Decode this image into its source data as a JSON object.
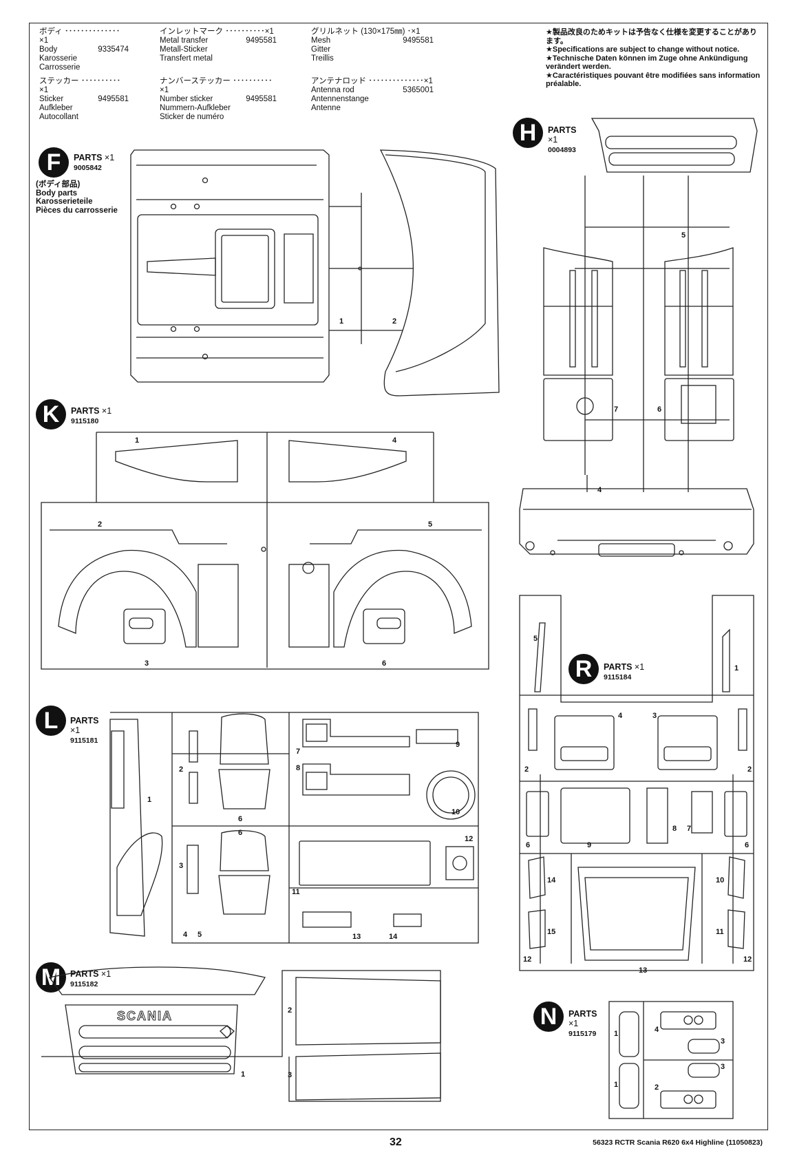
{
  "parts_list": [
    {
      "jp": "ボディ ･･････････････×1",
      "items": [
        {
          "name": "Body",
          "code": "9335474"
        },
        {
          "name": "Karosserie",
          "code": ""
        },
        {
          "name": "Carrosserie",
          "code": ""
        }
      ]
    },
    {
      "jp": "インレットマーク ･･････････×1",
      "items": [
        {
          "name": "Metal transfer",
          "code": "9495581"
        },
        {
          "name": "Metall-Sticker",
          "code": ""
        },
        {
          "name": "Transfert metal",
          "code": ""
        }
      ]
    },
    {
      "jp": "グリルネット (130×175㎜) ･×1",
      "items": [
        {
          "name": "Mesh",
          "code": "9495581"
        },
        {
          "name": "Gitter",
          "code": ""
        },
        {
          "name": "Treillis",
          "code": ""
        }
      ]
    },
    {
      "jp": "ステッカー ･･････････×1",
      "items": [
        {
          "name": "Sticker",
          "code": "9495581"
        },
        {
          "name": "Aufkleber",
          "code": ""
        },
        {
          "name": "Autocollant",
          "code": ""
        }
      ]
    },
    {
      "jp": "ナンバーステッカー ･･････････×1",
      "items": [
        {
          "name": "Number sticker",
          "code": "9495581"
        },
        {
          "name": "Nummern-Aufkleber",
          "code": ""
        },
        {
          "name": "Sticker de numéro",
          "code": ""
        }
      ]
    },
    {
      "jp": "アンテナロッド ･･････････････×1",
      "items": [
        {
          "name": "Antenna rod",
          "code": "5365001"
        },
        {
          "name": "Antennenstange",
          "code": ""
        },
        {
          "name": "Antenne",
          "code": ""
        }
      ]
    }
  ],
  "notes": [
    "★製品改良のためキットは予告なく仕様を変更することがあります。",
    "★Specifications are subject to change without notice.",
    "★Technische Daten können im Zuge ohne Ankündigung verändert werden.",
    "★Caractéristiques pouvant être modifiées sans information préalable."
  ],
  "sprues": {
    "F": {
      "letter": "F",
      "title": "PARTS",
      "qty": "×1",
      "code": "9005842",
      "desc": [
        "(ボディ部品)",
        "Body parts",
        "Karosserieteile",
        "Pièces du carrosserie"
      ]
    },
    "H": {
      "letter": "H",
      "title": "PARTS",
      "qty": "×1",
      "code": "0004893"
    },
    "K": {
      "letter": "K",
      "title": "PARTS",
      "qty": "×1",
      "code": "9115180"
    },
    "L": {
      "letter": "L",
      "title": "PARTS",
      "qty": "×1",
      "code": "9115181"
    },
    "R": {
      "letter": "R",
      "title": "PARTS",
      "qty": "×1",
      "code": "9115184"
    },
    "M": {
      "letter": "M",
      "title": "PARTS",
      "qty": "×1",
      "code": "9115182"
    },
    "N": {
      "letter": "N",
      "title": "PARTS",
      "qty": "×1",
      "code": "9115179"
    }
  },
  "grille_logo": "SCANIA",
  "part_numbers": {
    "F": [
      "1",
      "2"
    ],
    "H": [
      "5",
      "7",
      "6",
      "4"
    ],
    "K": [
      "1",
      "4",
      "2",
      "5",
      "3",
      "6"
    ],
    "L": [
      "1",
      "2",
      "3",
      "4",
      "5",
      "6",
      "6",
      "7",
      "8",
      "9",
      "10",
      "11",
      "12",
      "13",
      "14"
    ],
    "R": [
      "5",
      "1",
      "4",
      "3",
      "2",
      "2",
      "6",
      "9",
      "8",
      "7",
      "6",
      "14",
      "15",
      "10",
      "11",
      "12",
      "13",
      "12"
    ],
    "M": [
      "2",
      "3",
      "1"
    ],
    "N": [
      "1",
      "1",
      "4",
      "3",
      "3",
      "2"
    ]
  },
  "page_number": "32",
  "footer": "56323 RCTR Scania R620 6x4 Highline (11050823)"
}
